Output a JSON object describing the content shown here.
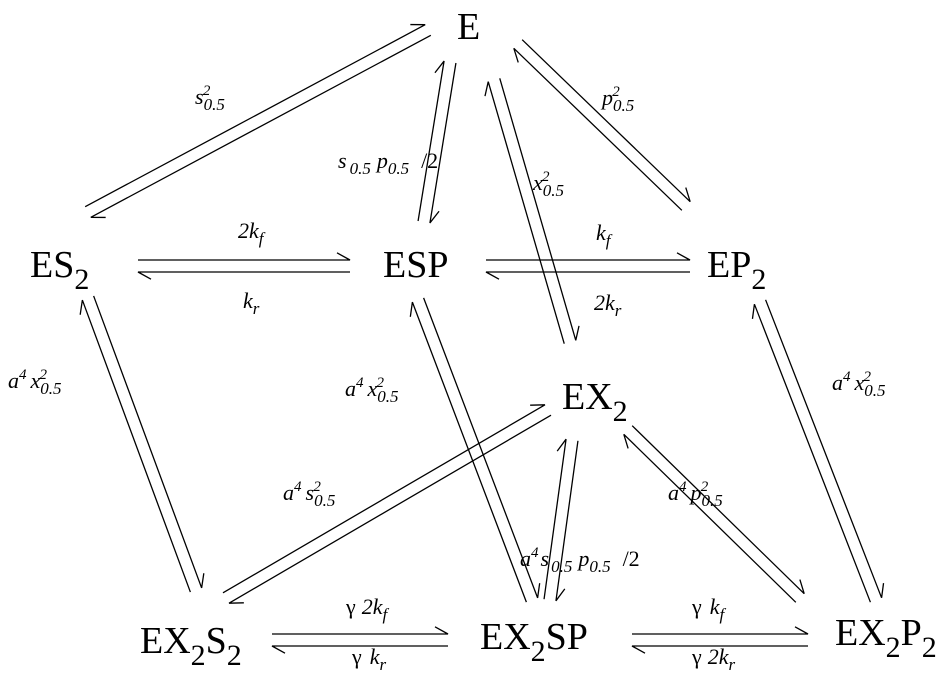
{
  "nodes": {
    "E": "E",
    "ES2": [
      "ES",
      "2"
    ],
    "ESP": "ESP",
    "EP2": [
      "EP",
      "2"
    ],
    "EX2": [
      "EX",
      "2"
    ],
    "EX2S2": [
      "EX",
      "2",
      "S",
      "2"
    ],
    "EX2SP": [
      "EX",
      "2",
      "SP"
    ],
    "EX2P2": [
      "EX",
      "2",
      "P",
      "2"
    ]
  },
  "rates": {
    "es2_e": [
      "s",
      "0.5",
      "2"
    ],
    "esp_e": [
      "s",
      "0.5",
      "p",
      "0.5",
      "/2"
    ],
    "ex2_e": [
      "x",
      "0.5",
      "2"
    ],
    "ep2_e": [
      "p",
      "0.5",
      "2"
    ],
    "es2_esp_f": [
      "2k",
      "f"
    ],
    "es2_esp_r": [
      "k",
      "r"
    ],
    "esp_ep2_f": [
      "k",
      "f"
    ],
    "esp_ep2_r": [
      "2k",
      "r"
    ],
    "es2_ex2s2": [
      "a",
      "4",
      "x",
      "0.5",
      "2"
    ],
    "esp_ex2sp": [
      "a",
      "4",
      "x",
      "0.5",
      "2"
    ],
    "ep2_ex2p2": [
      "a",
      "4",
      "x",
      "0.5",
      "2"
    ],
    "ex2s2_ex2": [
      "a",
      "4",
      "s",
      "0.5",
      "2"
    ],
    "ex2sp_ex2": [
      "a",
      "4",
      "s",
      "0.5",
      "p",
      "0.5",
      "/2"
    ],
    "ex2p2_ex2": [
      "a",
      "4",
      "p",
      "0.5",
      "2"
    ],
    "bot_l_f": [
      "γ",
      "2k",
      "f"
    ],
    "bot_l_r": [
      "γ",
      "k",
      "r"
    ],
    "bot_r_f": [
      "γ",
      "k",
      "f"
    ],
    "bot_r_r": [
      "γ",
      "2k",
      "r"
    ]
  }
}
